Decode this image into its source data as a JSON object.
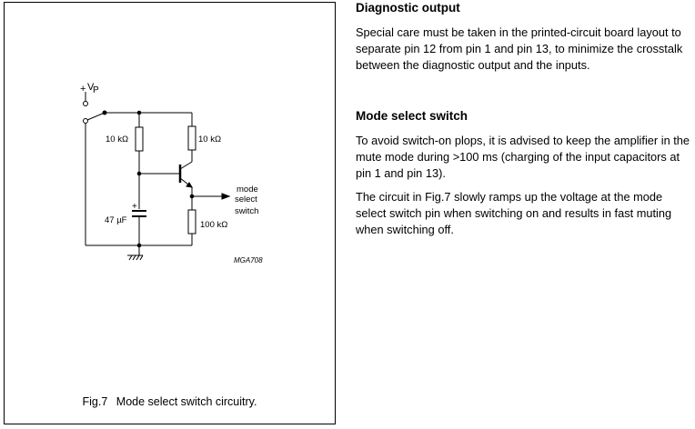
{
  "figure": {
    "caption_number": "Fig.7",
    "caption_text": "Mode select switch circuitry.",
    "labels": {
      "supply_plus": "+",
      "supply_v": "V",
      "supply_sub": "P",
      "r1": "10 kΩ",
      "r2": "10 kΩ",
      "r3": "100 kΩ",
      "cap": "47 µF",
      "cap_plus": "+",
      "output_line1": "mode",
      "output_line2": "select",
      "output_line3": "switch",
      "drawing_code": "MGA708"
    }
  },
  "sections": [
    {
      "heading": "Diagnostic output",
      "paragraphs": [
        "Special care must be taken in the printed-circuit board layout to separate pin 12 from pin 1 and pin 13, to minimize the crosstalk between the diagnostic output and the inputs."
      ]
    },
    {
      "heading": "Mode select switch",
      "paragraphs": [
        "To avoid switch-on plops, it is advised to keep the amplifier in the mute mode during >100 ms (charging of the input capacitors at pin 1 and pin 13).",
        "The circuit in Fig.7 slowly ramps up the voltage at the mode select switch pin when switching on and results in fast muting when switching off."
      ]
    }
  ]
}
